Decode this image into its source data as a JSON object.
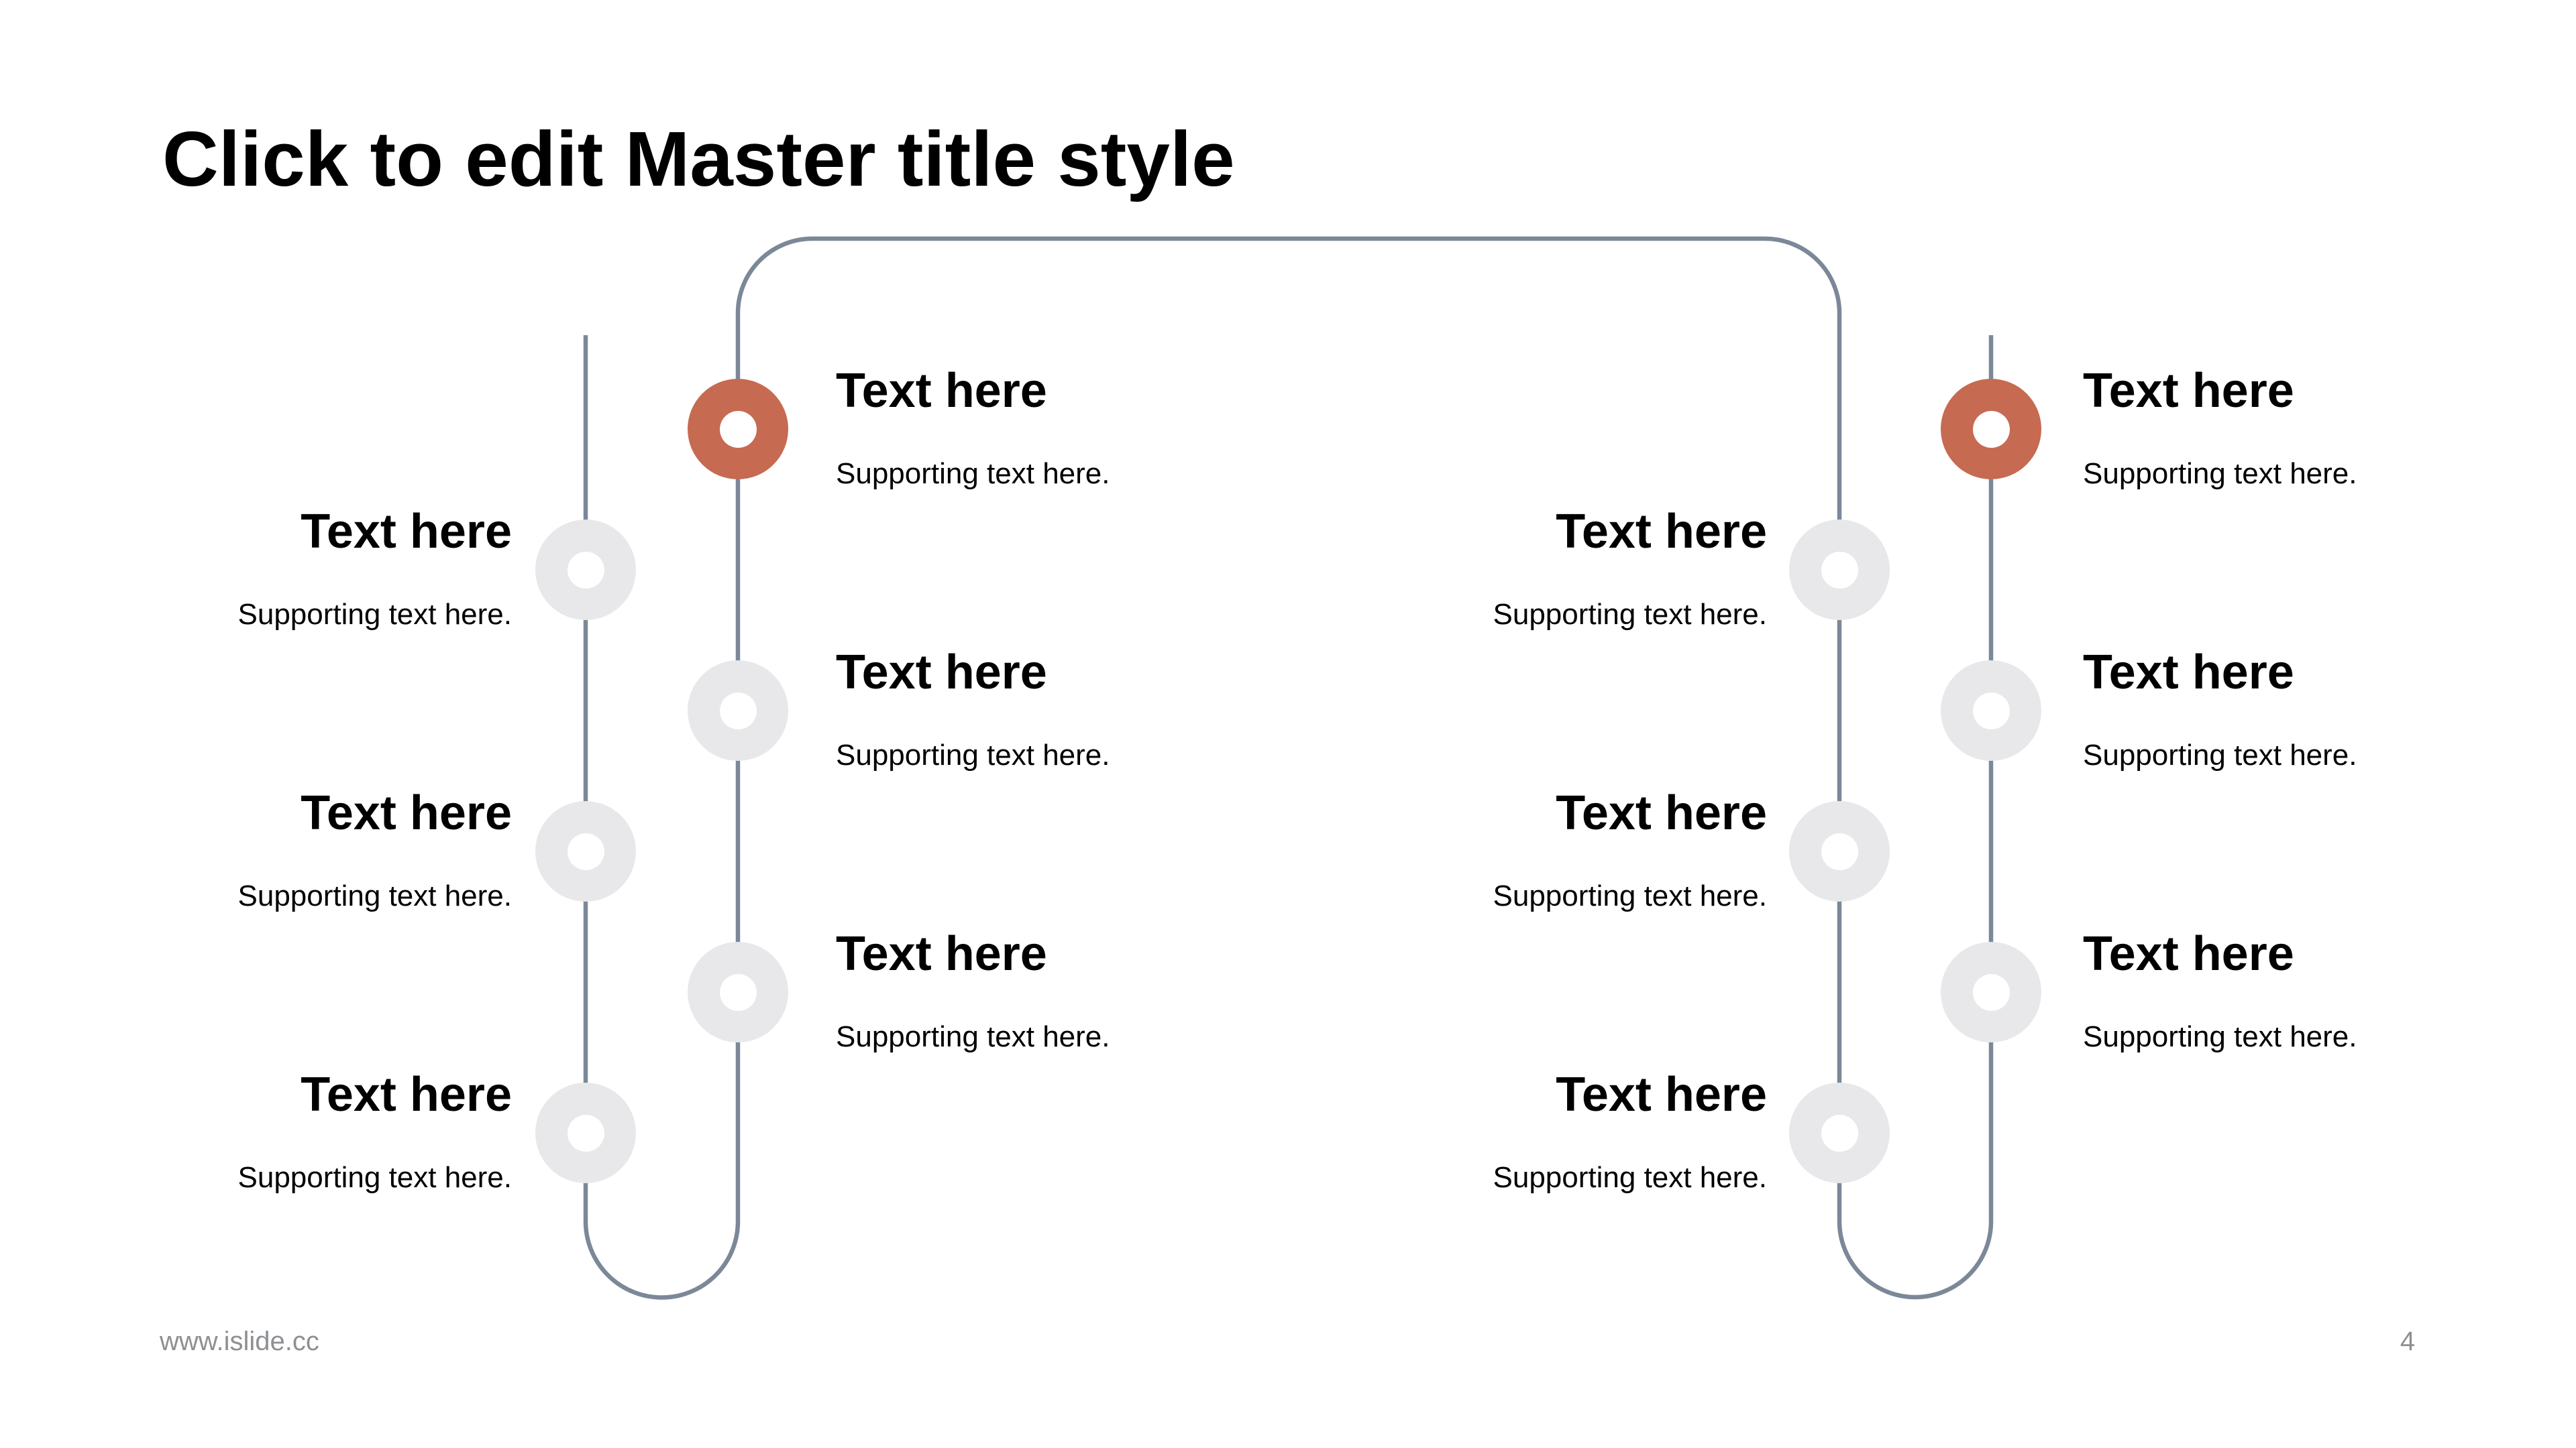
{
  "slide": {
    "title": "Click to edit Master title style",
    "footer_url": "www.islide.cc",
    "page_number": "4"
  },
  "colors": {
    "accent": "#C66A52",
    "node": "#E8E8EB",
    "line": "#7B8898",
    "text": "#000000",
    "footer": "#8D9093"
  },
  "items": [
    {
      "title": "Text here",
      "subtitle": "Supporting text here."
    },
    {
      "title": "Text here",
      "subtitle": "Supporting text here."
    },
    {
      "title": "Text here",
      "subtitle": "Supporting text here."
    },
    {
      "title": "Text here",
      "subtitle": "Supporting text here."
    },
    {
      "title": "Text here",
      "subtitle": "Supporting text here."
    },
    {
      "title": "Text here",
      "subtitle": "Supporting text here."
    },
    {
      "title": "Text here",
      "subtitle": "Supporting text here."
    },
    {
      "title": "Text here",
      "subtitle": "Supporting text here."
    },
    {
      "title": "Text here",
      "subtitle": "Supporting text here."
    },
    {
      "title": "Text here",
      "subtitle": "Supporting text here."
    },
    {
      "title": "Text here",
      "subtitle": "Supporting text here."
    },
    {
      "title": "Text here",
      "subtitle": "Supporting text here."
    }
  ]
}
